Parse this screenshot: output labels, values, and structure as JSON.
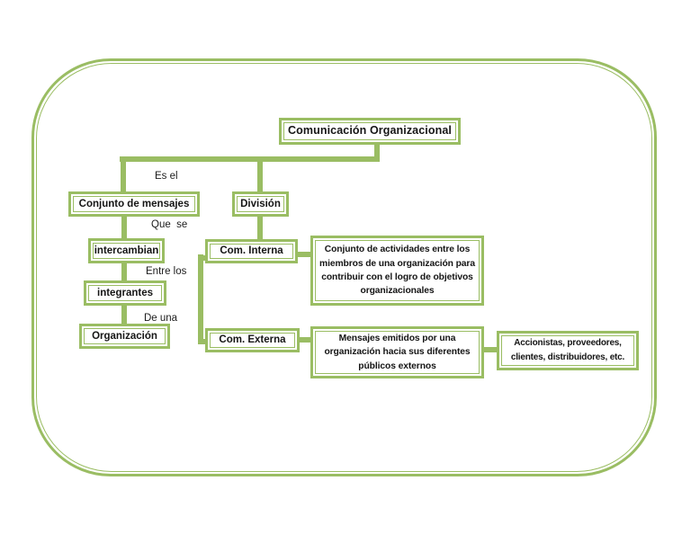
{
  "colors": {
    "accent": "#9abd63"
  },
  "nodes": {
    "title": "Comunicación Organizacional",
    "conjunto": "Conjunto de mensajes",
    "intercambian": "intercambian",
    "integrantes": "integrantes",
    "organizacion": "Organización",
    "division": "División",
    "com_interna": "Com. Interna",
    "com_externa": "Com. Externa",
    "interna_desc": "Conjunto de actividades entre los miembros de una organización para contribuir con el logro de objetivos organizacionales",
    "externa_desc": "Mensajes emitidos por una organización hacia sus diferentes públicos externos",
    "externa_examples": "Accionistas, proveedores, clientes, distribuidores, etc."
  },
  "connector_labels": {
    "es_el": "Es el",
    "que_se": "Que  se",
    "entre_los": "Entre los",
    "de_una": "De una"
  }
}
